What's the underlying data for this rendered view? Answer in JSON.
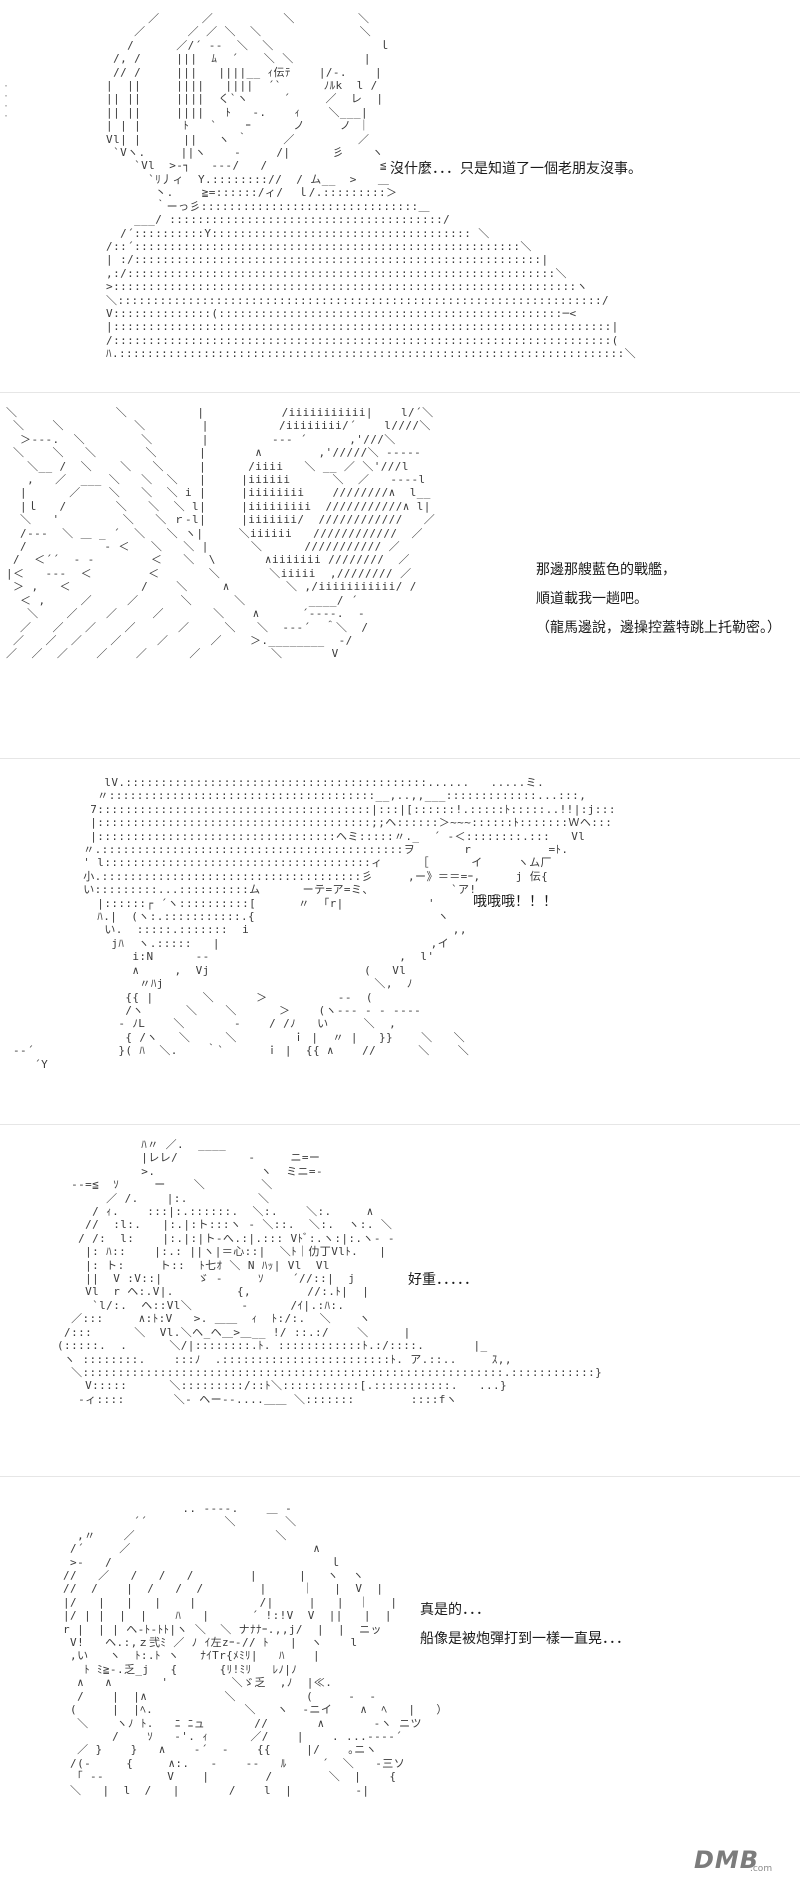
{
  "panels": [
    {
      "lines": [
        "沒什麼．．．只是知道了一個老朋友沒事。"
      ]
    },
    {
      "lines": [
        "那邊那艘藍色的戰艦，",
        "順道載我一趟吧。",
        "（龍馬邊說，邊操控蓋特跳上托勒密。）"
      ]
    },
    {
      "lines": [
        "哦哦哦！！！"
      ]
    },
    {
      "lines": [
        "好重．．．．．"
      ]
    },
    {
      "lines": [
        "真是的．．．",
        "船像是被炮彈打到一樣一直晃．．．"
      ]
    }
  ],
  "watermark": {
    "text": "DMB",
    "suffix": ".com"
  }
}
